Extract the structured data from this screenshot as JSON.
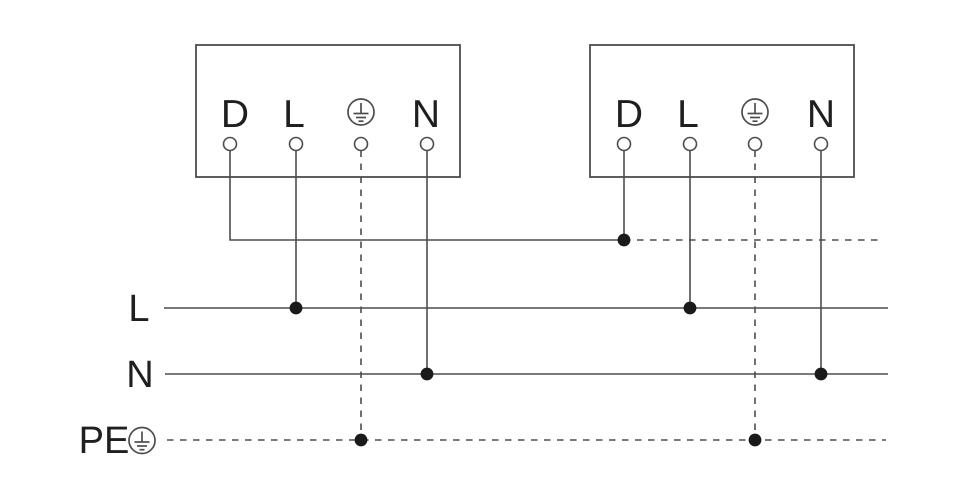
{
  "diagram_type": "electrical-wiring-diagram",
  "colors": {
    "background": "#ffffff",
    "line": "#4d4d4d",
    "text": "#1f1f1f",
    "junction_dot": "#1a1a1a"
  },
  "units": [
    {
      "id": "device-1",
      "terminals": [
        {
          "label": "D"
        },
        {
          "label": "L"
        },
        {
          "icon": "pe-earth-icon"
        },
        {
          "label": "N"
        }
      ]
    },
    {
      "id": "device-2",
      "terminals": [
        {
          "label": "D"
        },
        {
          "label": "L"
        },
        {
          "icon": "pe-earth-icon"
        },
        {
          "label": "N"
        }
      ]
    }
  ],
  "buses": {
    "line": {
      "label": "L",
      "style": "solid"
    },
    "neutral": {
      "label": "N",
      "style": "solid"
    },
    "pe": {
      "label": "PE",
      "style": "dashed",
      "icon": "pe-earth-icon"
    }
  }
}
